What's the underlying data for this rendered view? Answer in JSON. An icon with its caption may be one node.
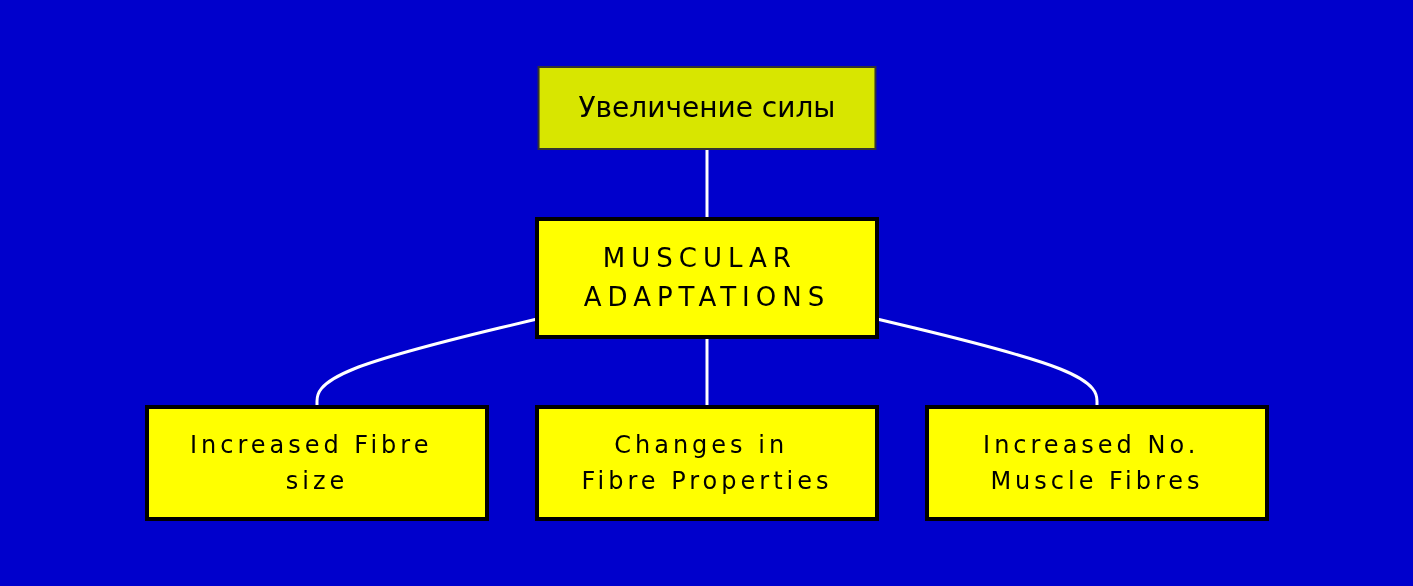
{
  "diagram": {
    "nodes": [
      {
        "text": [
          "Увеличение силы"
        ]
      },
      {
        "text": [
          "MUSCULAR ADAPTATIONS"
        ]
      },
      {
        "text": [
          "Increased Fibre size"
        ]
      },
      {
        "text": [
          "Changes in Fibre Properties"
        ]
      },
      {
        "text": [
          "Increased No. Muscle Fibres"
        ]
      }
    ],
    "edges": [
      {
        "from": 0,
        "to": 1,
        "arrow": "none"
      },
      {
        "from": 1,
        "to": 2,
        "arrow": "none"
      },
      {
        "from": 1,
        "to": 3,
        "arrow": "none"
      },
      {
        "from": 1,
        "to": 4,
        "arrow": "none"
      }
    ]
  }
}
